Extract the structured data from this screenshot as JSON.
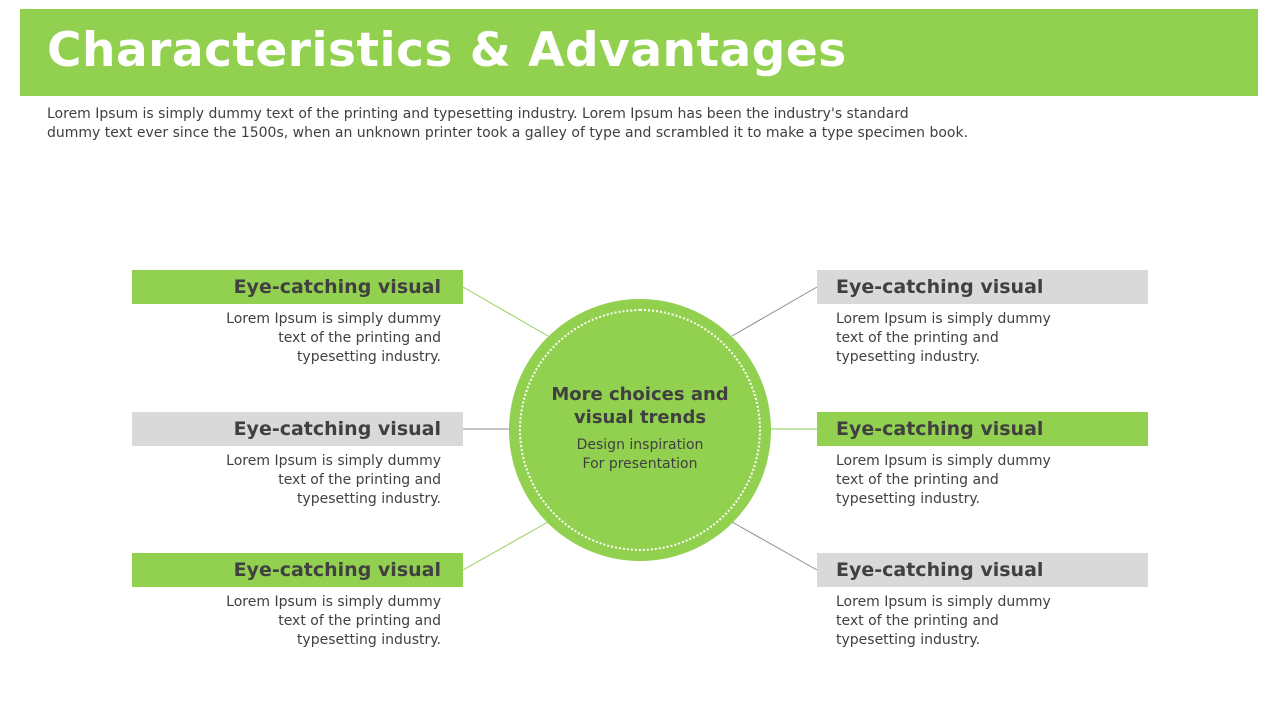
{
  "title": "Characteristics & Advantages",
  "intro": {
    "line1": "Lorem Ipsum is simply dummy text of the printing and typesetting industry. Lorem Ipsum has been the industry's standard",
    "line2": "dummy text ever since the 1500s, when an unknown printer took a galley of type and scrambled it to make a type specimen book."
  },
  "hub": {
    "heading_line1": "More choices and",
    "heading_line2": "visual trends",
    "sub_line1": "Design inspiration",
    "sub_line2": "For presentation"
  },
  "items": [
    {
      "side": "left",
      "color": "green",
      "title": "Eye-catching visual",
      "body": [
        "Lorem Ipsum is simply dummy",
        "text of the printing and",
        "typesetting industry."
      ]
    },
    {
      "side": "left",
      "color": "grey",
      "title": "Eye-catching visual",
      "body": [
        "Lorem Ipsum is simply dummy",
        "text of the printing and",
        "typesetting industry."
      ]
    },
    {
      "side": "left",
      "color": "green",
      "title": "Eye-catching visual",
      "body": [
        "Lorem Ipsum is simply dummy",
        "text of the printing and",
        "typesetting industry."
      ]
    },
    {
      "side": "right",
      "color": "grey",
      "title": "Eye-catching visual",
      "body": [
        "Lorem Ipsum is simply dummy",
        "text of the printing and",
        "typesetting industry."
      ]
    },
    {
      "side": "right",
      "color": "green",
      "title": "Eye-catching visual",
      "body": [
        "Lorem Ipsum is simply dummy",
        "text of the printing and",
        "typesetting industry."
      ]
    },
    {
      "side": "right",
      "color": "grey",
      "title": "Eye-catching visual",
      "body": [
        "Lorem Ipsum is simply dummy",
        "text of the printing and",
        "typesetting industry."
      ]
    }
  ],
  "colors": {
    "accent": "#92d050",
    "neutral": "#d9d9d9",
    "text": "#404040"
  }
}
